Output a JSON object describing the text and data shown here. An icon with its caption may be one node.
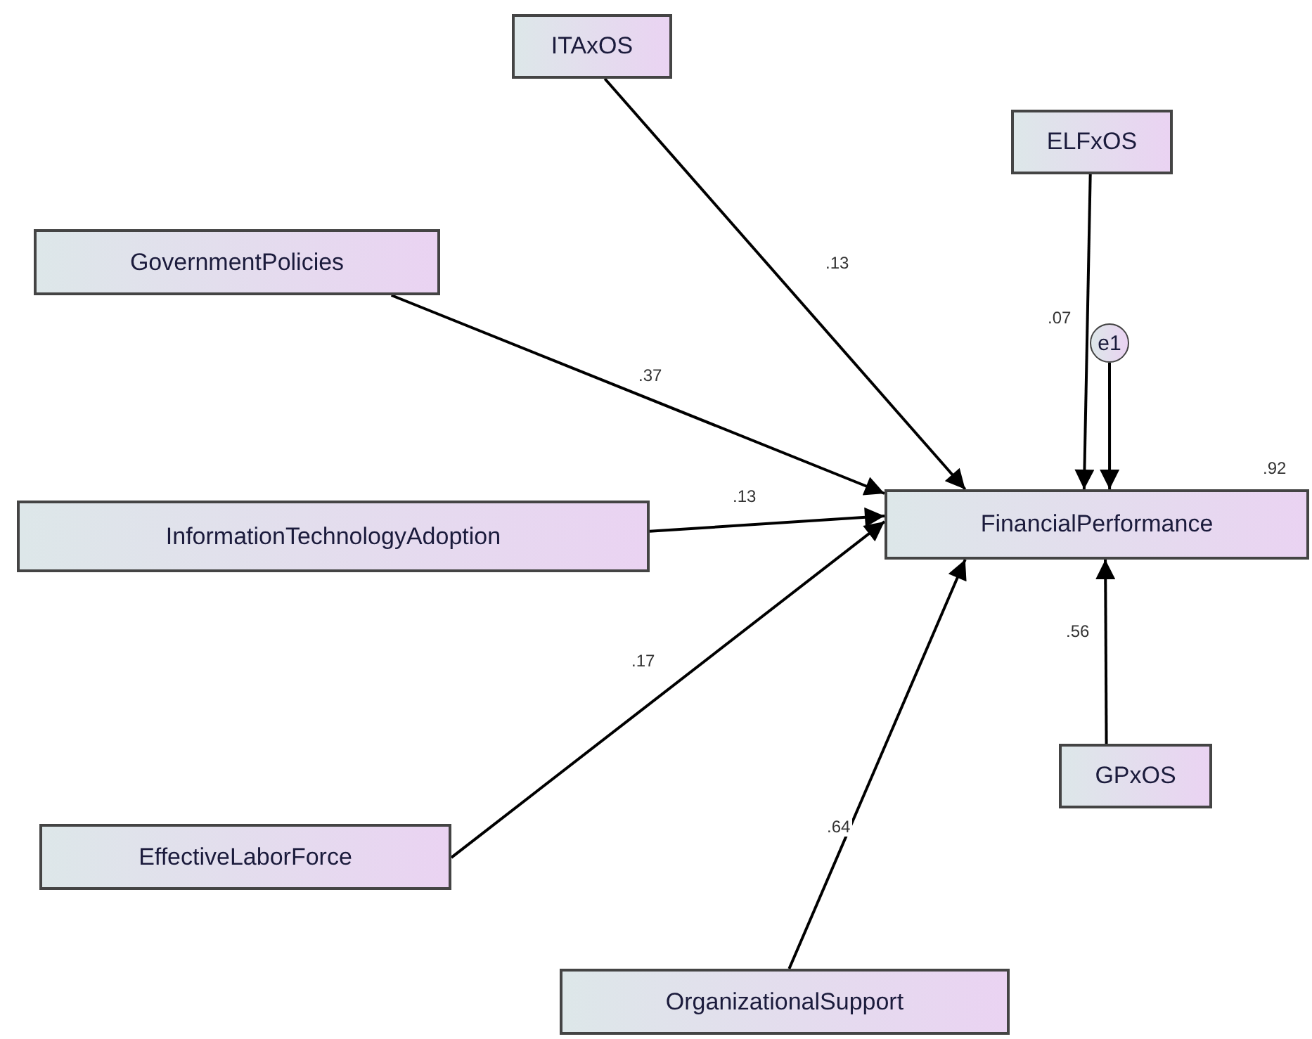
{
  "diagram": {
    "nodes": [
      {
        "text": [
          "ITAxOS"
        ]
      },
      {
        "text": [
          "ELFxOS"
        ]
      },
      {
        "text": [
          "GovernmentPolicies"
        ]
      },
      {
        "text": [
          "InformationTechnologyAdoption"
        ]
      },
      {
        "text": [
          "FinancialPerformance"
        ],
        "beside": [
          ".92"
        ]
      },
      {
        "text": [
          "e1"
        ]
      },
      {
        "text": [
          "GPxOS"
        ]
      },
      {
        "text": [
          "EffectiveLaborForce"
        ]
      },
      {
        "text": [
          "OrganizationalSupport"
        ]
      }
    ],
    "edges": [
      {
        "from": 0,
        "to": 4,
        "arrow": "to",
        "label": ".13"
      },
      {
        "from": 1,
        "to": 4,
        "arrow": "to",
        "label": ".07"
      },
      {
        "from": 2,
        "to": 4,
        "arrow": "to",
        "label": ".37"
      },
      {
        "from": 3,
        "to": 4,
        "arrow": "to",
        "label": ".13"
      },
      {
        "from": 7,
        "to": 4,
        "arrow": "to",
        "label": ".17"
      },
      {
        "from": 8,
        "to": 4,
        "arrow": "to",
        "label": ".64"
      },
      {
        "from": 6,
        "to": 4,
        "arrow": "to",
        "label": ".56"
      },
      {
        "from": 5,
        "to": 4,
        "arrow": "to"
      }
    ]
  }
}
